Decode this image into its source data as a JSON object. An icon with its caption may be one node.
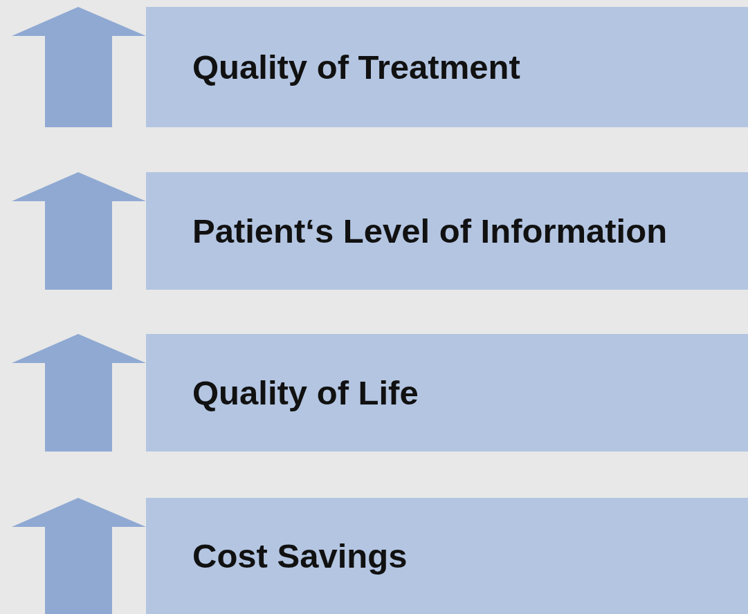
{
  "diagram": {
    "nodes": [
      {
        "text": [
          "Quality of Treatment"
        ]
      },
      {
        "text": [
          "Patient‘s Level of Information"
        ]
      },
      {
        "text": [
          "Quality of Life"
        ]
      },
      {
        "text": [
          "Cost Savings"
        ]
      }
    ]
  }
}
